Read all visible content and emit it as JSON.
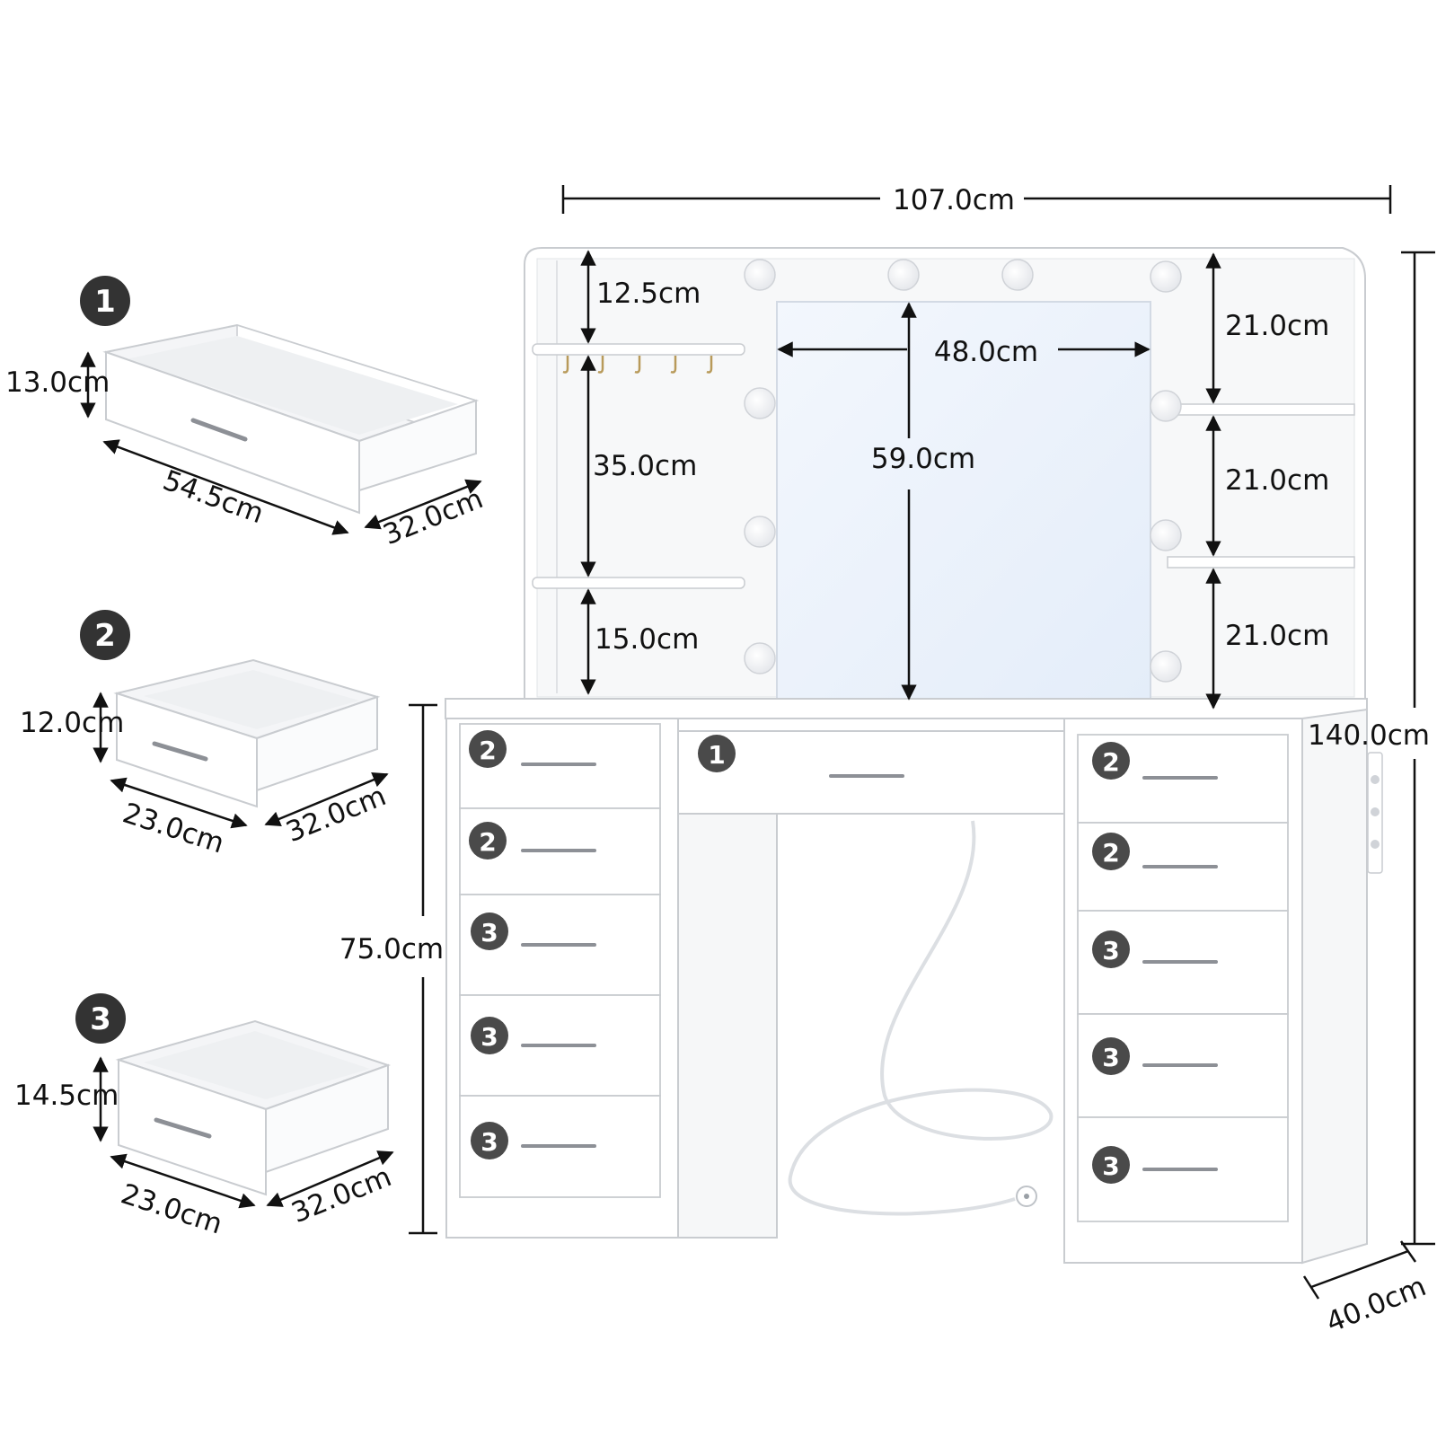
{
  "colors": {
    "panel": "#ffffff",
    "panel_edge": "#c9ccd0",
    "shadow": "#dde0e4",
    "mirror": "#e9f1fb",
    "badge": "#3a3a3a",
    "line": "#111111",
    "handle": "#8d9096"
  },
  "icons": {
    "badge": "numbered-circle-icon",
    "arrow": "double-headed-arrow-icon",
    "bulb": "light-bulb-icon",
    "plug": "power-plug-icon",
    "hook": "hook-icon",
    "handle": "drawer-handle-icon"
  },
  "drawer_types": [
    {
      "badge": "1",
      "height": "13.0cm",
      "width": "54.5cm",
      "depth": "32.0cm"
    },
    {
      "badge": "2",
      "height": "12.0cm",
      "width": "23.0cm",
      "depth": "32.0cm"
    },
    {
      "badge": "3",
      "height": "14.5cm",
      "width": "23.0cm",
      "depth": "32.0cm"
    }
  ],
  "vanity": {
    "total_width": "107.0cm",
    "total_height": "140.0cm",
    "depth": "40.0cm",
    "desk_height": "75.0cm",
    "mirror": {
      "width": "48.0cm",
      "height": "59.0cm"
    },
    "left_shelves": [
      "12.5cm",
      "35.0cm",
      "15.0cm"
    ],
    "right_shelves": [
      "21.0cm",
      "21.0cm",
      "21.0cm"
    ],
    "left_drawer_badges": [
      "2",
      "2",
      "3",
      "3",
      "3"
    ],
    "center_drawer_badge": "1",
    "right_drawer_badges": [
      "2",
      "2",
      "3",
      "3",
      "3"
    ]
  }
}
